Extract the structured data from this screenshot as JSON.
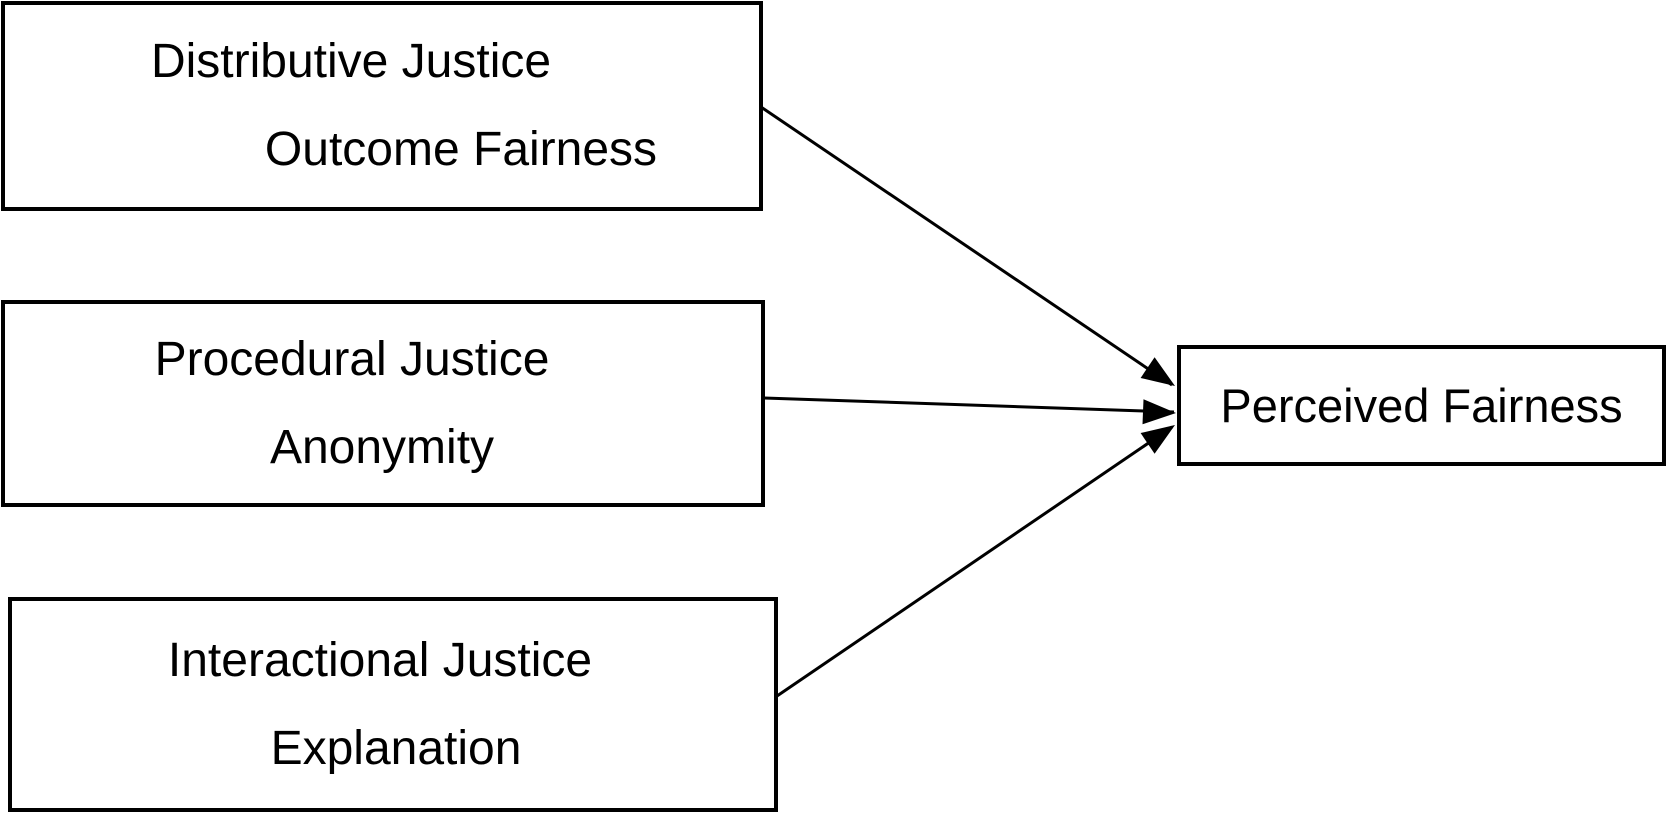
{
  "diagram": {
    "nodes": {
      "distributive": {
        "title": "Distributive Justice",
        "subtitle": "Outcome Fairness"
      },
      "procedural": {
        "title": "Procedural Justice",
        "subtitle": "Anonymity"
      },
      "interactional": {
        "title": "Interactional Justice",
        "subtitle": "Explanation"
      },
      "perceived": {
        "title": "Perceived Fairness"
      }
    },
    "edges": [
      {
        "from": "Distributive Justice Outcome Fairness",
        "to": "Perceived Fairness",
        "style": "solid-line-filled-arrowhead"
      },
      {
        "from": "Procedural Justice Anonymity",
        "to": "Perceived Fairness",
        "style": "solid-line-filled-arrowhead"
      },
      {
        "from": "Interactional Justice Explanation",
        "to": "Perceived Fairness",
        "style": "solid-line-filled-arrowhead"
      }
    ],
    "colors": {
      "background": "#ffffff",
      "box_fill": "#ffffff",
      "box_border": "#000000",
      "line": "#000000",
      "text": "#000000"
    }
  }
}
